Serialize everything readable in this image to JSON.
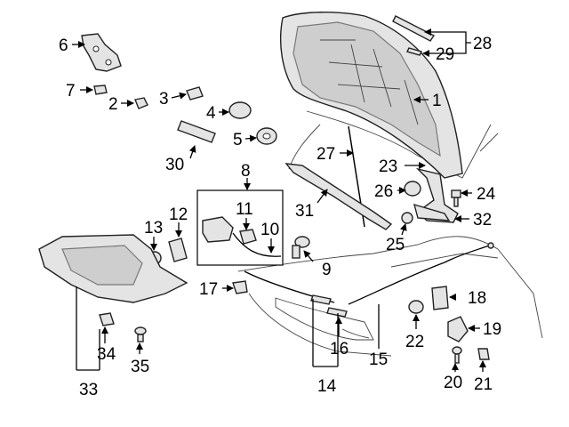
{
  "diagram": {
    "labels": [
      "1",
      "2",
      "3",
      "4",
      "5",
      "6",
      "7",
      "8",
      "9",
      "10",
      "11",
      "12",
      "13",
      "14",
      "15",
      "16",
      "17",
      "18",
      "19",
      "20",
      "21",
      "22",
      "23",
      "24",
      "25",
      "26",
      "27",
      "28",
      "29",
      "30",
      "31",
      "32",
      "33",
      "34",
      "35"
    ]
  }
}
